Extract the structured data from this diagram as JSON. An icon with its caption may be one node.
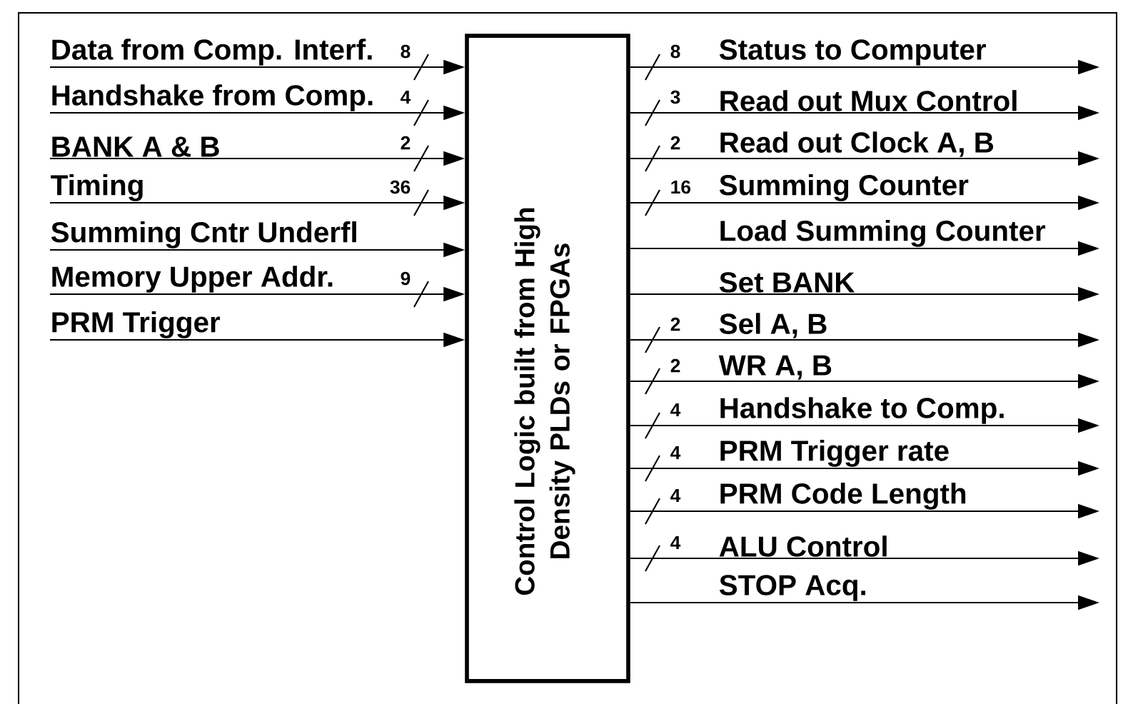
{
  "diagram": {
    "nodes": [
      {
        "text": [
          "Control Logic built from High Density PLDs or FPGAs"
        ]
      },
      {
        "text": [
          "Data from Comp. Interf."
        ]
      },
      {
        "text": [
          "Handshake from Comp."
        ]
      },
      {
        "text": [
          "BANK A & B"
        ]
      },
      {
        "text": [
          "Timing"
        ]
      },
      {
        "text": [
          "Summing Cntr Underfl"
        ]
      },
      {
        "text": [
          "Memory Upper Addr."
        ]
      },
      {
        "text": [
          "PRM Trigger"
        ]
      }
    ],
    "edges": [
      {
        "from": 1,
        "to": 0,
        "arrow": "to",
        "label": "8"
      },
      {
        "from": 2,
        "to": 0,
        "arrow": "to",
        "label": "4"
      },
      {
        "from": 3,
        "to": 0,
        "arrow": "to",
        "label": "2"
      },
      {
        "from": 4,
        "to": 0,
        "arrow": "to",
        "label": "36"
      },
      {
        "from": 5,
        "to": 0,
        "arrow": "to"
      },
      {
        "from": 6,
        "to": 0,
        "arrow": "to",
        "label": "9"
      },
      {
        "from": 7,
        "to": 0,
        "arrow": "to"
      },
      {
        "from": 0,
        "to": null,
        "arrow": "to",
        "label": "Status to Computer"
      },
      {
        "from": 0,
        "to": null,
        "arrow": "to",
        "label": "Read out Mux Control"
      },
      {
        "from": 0,
        "to": null,
        "arrow": "to",
        "label": "Read out Clock A, B"
      },
      {
        "from": 0,
        "to": null,
        "arrow": "to",
        "label": "Summing Counter"
      },
      {
        "from": 0,
        "to": null,
        "arrow": "to",
        "label": "Load Summing Counter"
      },
      {
        "from": 0,
        "to": null,
        "arrow": "to",
        "label": "Set BANK"
      },
      {
        "from": 0,
        "to": null,
        "arrow": "to",
        "label": "Sel A, B"
      },
      {
        "from": 0,
        "to": null,
        "arrow": "to",
        "label": "WR A, B"
      },
      {
        "from": 0,
        "to": null,
        "arrow": "to",
        "label": "Handshake to Comp."
      },
      {
        "from": 0,
        "to": null,
        "arrow": "to",
        "label": "PRM Trigger rate"
      },
      {
        "from": 0,
        "to": null,
        "arrow": "to",
        "label": "PRM Code Length"
      },
      {
        "from": 0,
        "to": null,
        "arrow": "to",
        "label": "ALU Control"
      },
      {
        "from": 0,
        "to": null,
        "arrow": "to",
        "label": "STOP Acq."
      }
    ],
    "labels": [
      "8",
      "3",
      "2",
      "16",
      "2",
      "2",
      "4",
      "4",
      "4",
      "4"
    ]
  }
}
